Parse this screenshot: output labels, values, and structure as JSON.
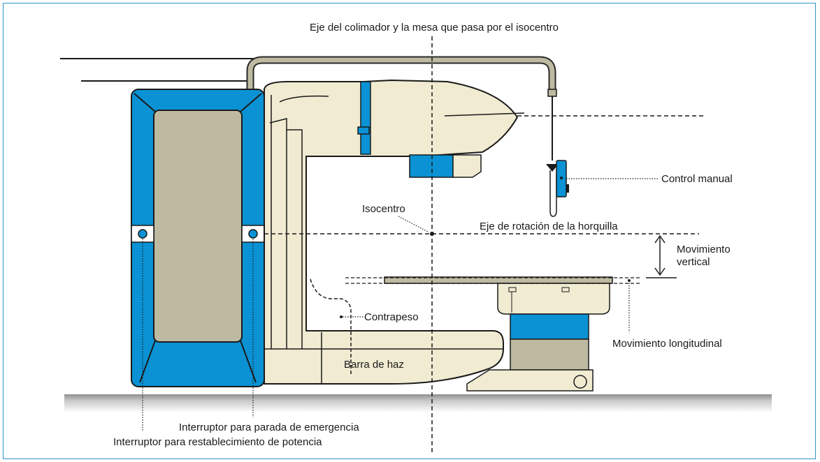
{
  "labels": {
    "collimator_axis": "Eje del colimador y la mesa que pasa por el isocentro",
    "hand_control": "Control manual",
    "isocenter": "Isocentro",
    "gantry_axis": "Eje de rotación de la horquilla",
    "vertical_motion_line1": "Movimiento",
    "vertical_motion_line2": "vertical",
    "longitudinal_motion": "Movimiento longitudinal",
    "counterweight": "Contrapeso",
    "beam_stopper": "Barra de haz",
    "emergency_stop": "Interruptor para parada de emergencia",
    "power_reset": "Interruptor para restablecimiento de potencia"
  },
  "colors": {
    "frame": "#2f93c8",
    "machine_body": "#f0ebd1",
    "cabinet_blue": "#0a92d4",
    "panel_gray": "#bdbaa1",
    "floor": "#b8b8b8"
  }
}
